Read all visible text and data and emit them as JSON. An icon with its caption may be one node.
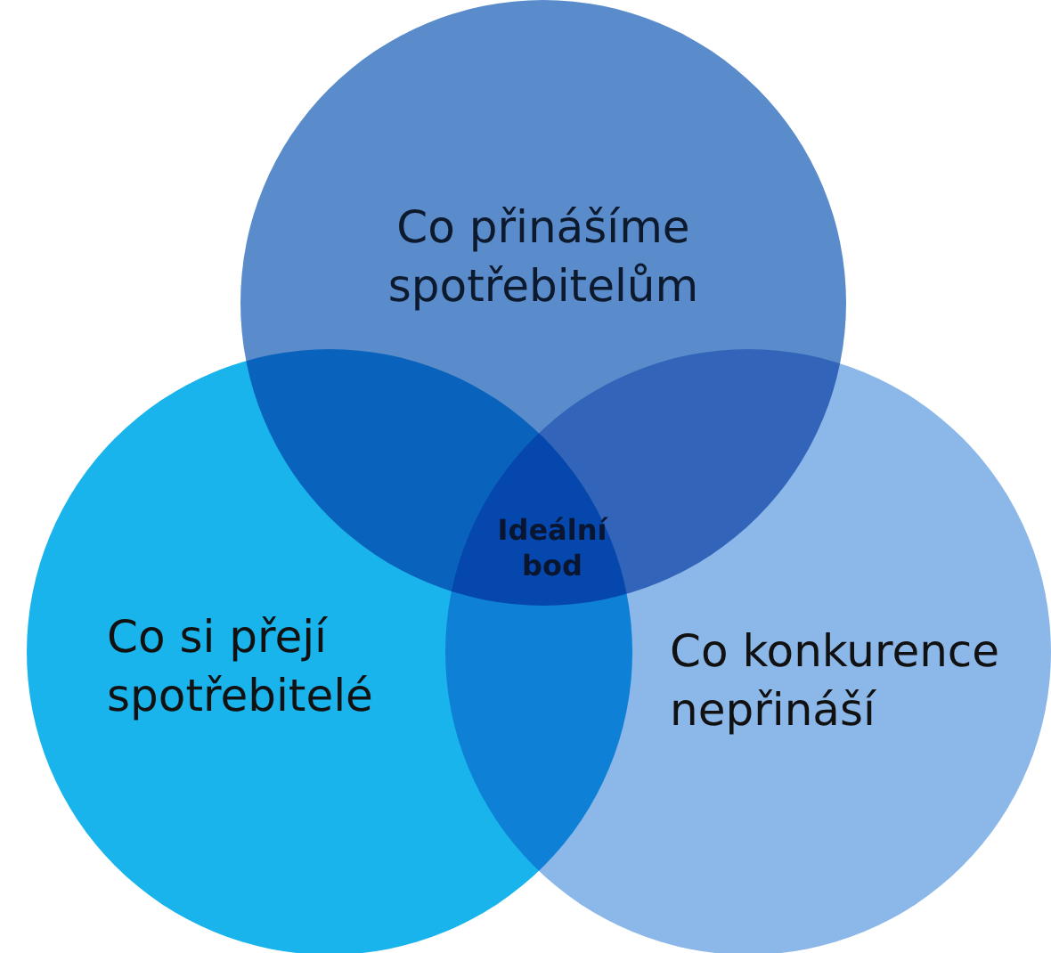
{
  "diagram": {
    "nodes": [
      {
        "text": [
          "Co přinášíme spotřebitelům"
        ]
      },
      {
        "text": [
          "Co si přejí spotřebitelé"
        ]
      },
      {
        "text": [
          "Co konkurence nepřináší"
        ]
      }
    ],
    "labels": [
      "Ideální bod"
    ]
  }
}
